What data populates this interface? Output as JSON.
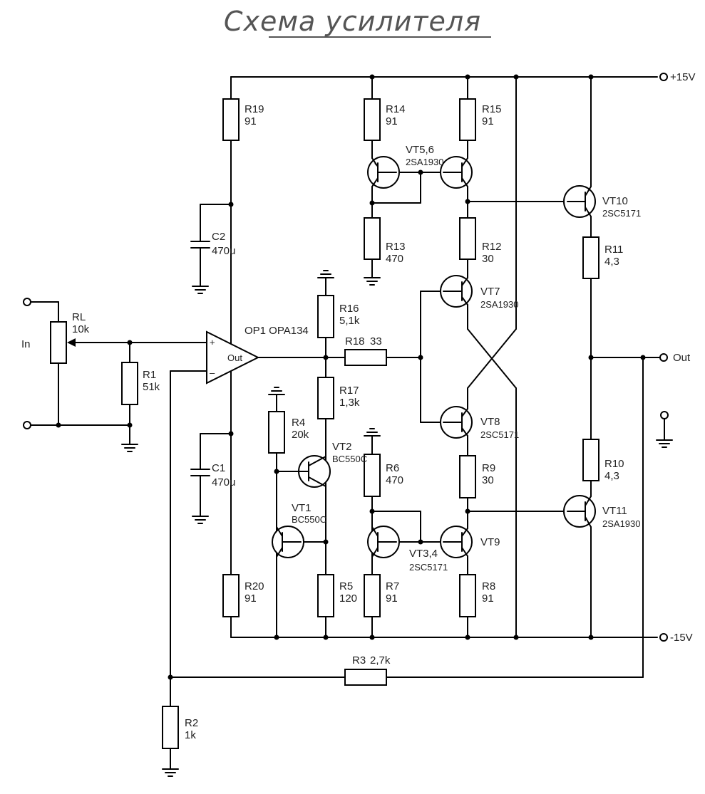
{
  "title": "Схема усилителя",
  "terminals": {
    "vplus": "+15V",
    "vminus": "-15V",
    "output": "Out",
    "input": "In"
  },
  "opamp": {
    "name": "OP1 OPA134",
    "pin_out": "Out",
    "pin_plus": "+",
    "pin_minus": "–"
  },
  "resistors": [
    {
      "ref": "R19",
      "value": "91"
    },
    {
      "ref": "R14",
      "value": "91"
    },
    {
      "ref": "R15",
      "value": "91"
    },
    {
      "ref": "R13",
      "value": "470"
    },
    {
      "ref": "R12",
      "value": "30"
    },
    {
      "ref": "R11",
      "value": "4,3"
    },
    {
      "ref": "R16",
      "value": "5,1k"
    },
    {
      "ref": "R18",
      "value": "33"
    },
    {
      "ref": "R17",
      "value": "1,3k"
    },
    {
      "ref": "R4",
      "value": "20k"
    },
    {
      "ref": "R6",
      "value": "470"
    },
    {
      "ref": "R9",
      "value": "30"
    },
    {
      "ref": "R10",
      "value": "4,3"
    },
    {
      "ref": "R20",
      "value": "91"
    },
    {
      "ref": "R5",
      "value": "120"
    },
    {
      "ref": "R7",
      "value": "91"
    },
    {
      "ref": "R8",
      "value": "91"
    },
    {
      "ref": "R3",
      "value": "2,7k"
    },
    {
      "ref": "R2",
      "value": "1k"
    },
    {
      "ref": "R1",
      "value": "51k"
    },
    {
      "ref": "RL",
      "value": "10k"
    }
  ],
  "capacitors": [
    {
      "ref": "C2",
      "value": "470u"
    },
    {
      "ref": "C1",
      "value": "470u"
    }
  ],
  "transistors": [
    {
      "ref": "VT5,6",
      "part": "2SA1930"
    },
    {
      "ref": "VT10",
      "part": "2SC5171"
    },
    {
      "ref": "VT7",
      "part": "2SA1930"
    },
    {
      "ref": "VT8",
      "part": "2SC5171"
    },
    {
      "ref": "VT2",
      "part": "BC550C"
    },
    {
      "ref": "VT1",
      "part": "BC550C"
    },
    {
      "ref": "VT3,4",
      "part": "2SC5171"
    },
    {
      "ref": "VT9",
      "part": ""
    },
    {
      "ref": "VT11",
      "part": "2SA1930"
    }
  ]
}
